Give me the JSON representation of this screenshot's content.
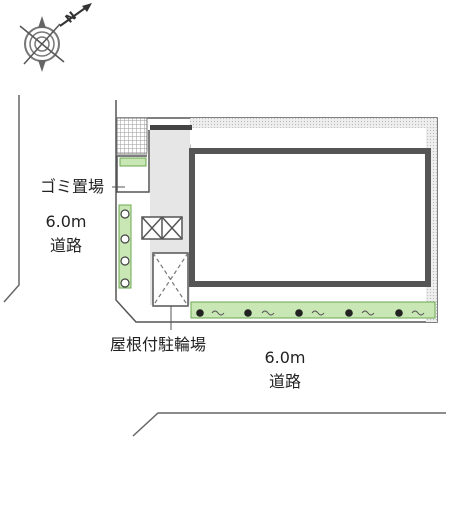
{
  "compass": {
    "north_label": "N",
    "icon": "compass-rose-icon"
  },
  "labels": {
    "garbage_area": "ゴミ置場",
    "road_west_width": "6.0m",
    "road_west_name": "道路",
    "roofed_bicycle_parking": "屋根付駐輪場",
    "road_south_width": "6.0m",
    "road_south_name": "道路"
  },
  "colors": {
    "line": "#555555",
    "building_outline": "#555555",
    "wall_hatch": "#bbbbbb",
    "planting_green": "#c9e6b5",
    "planting_border": "#6aa84f",
    "tree_dot": "#333333",
    "lot_fill": "#e6e6e6"
  }
}
